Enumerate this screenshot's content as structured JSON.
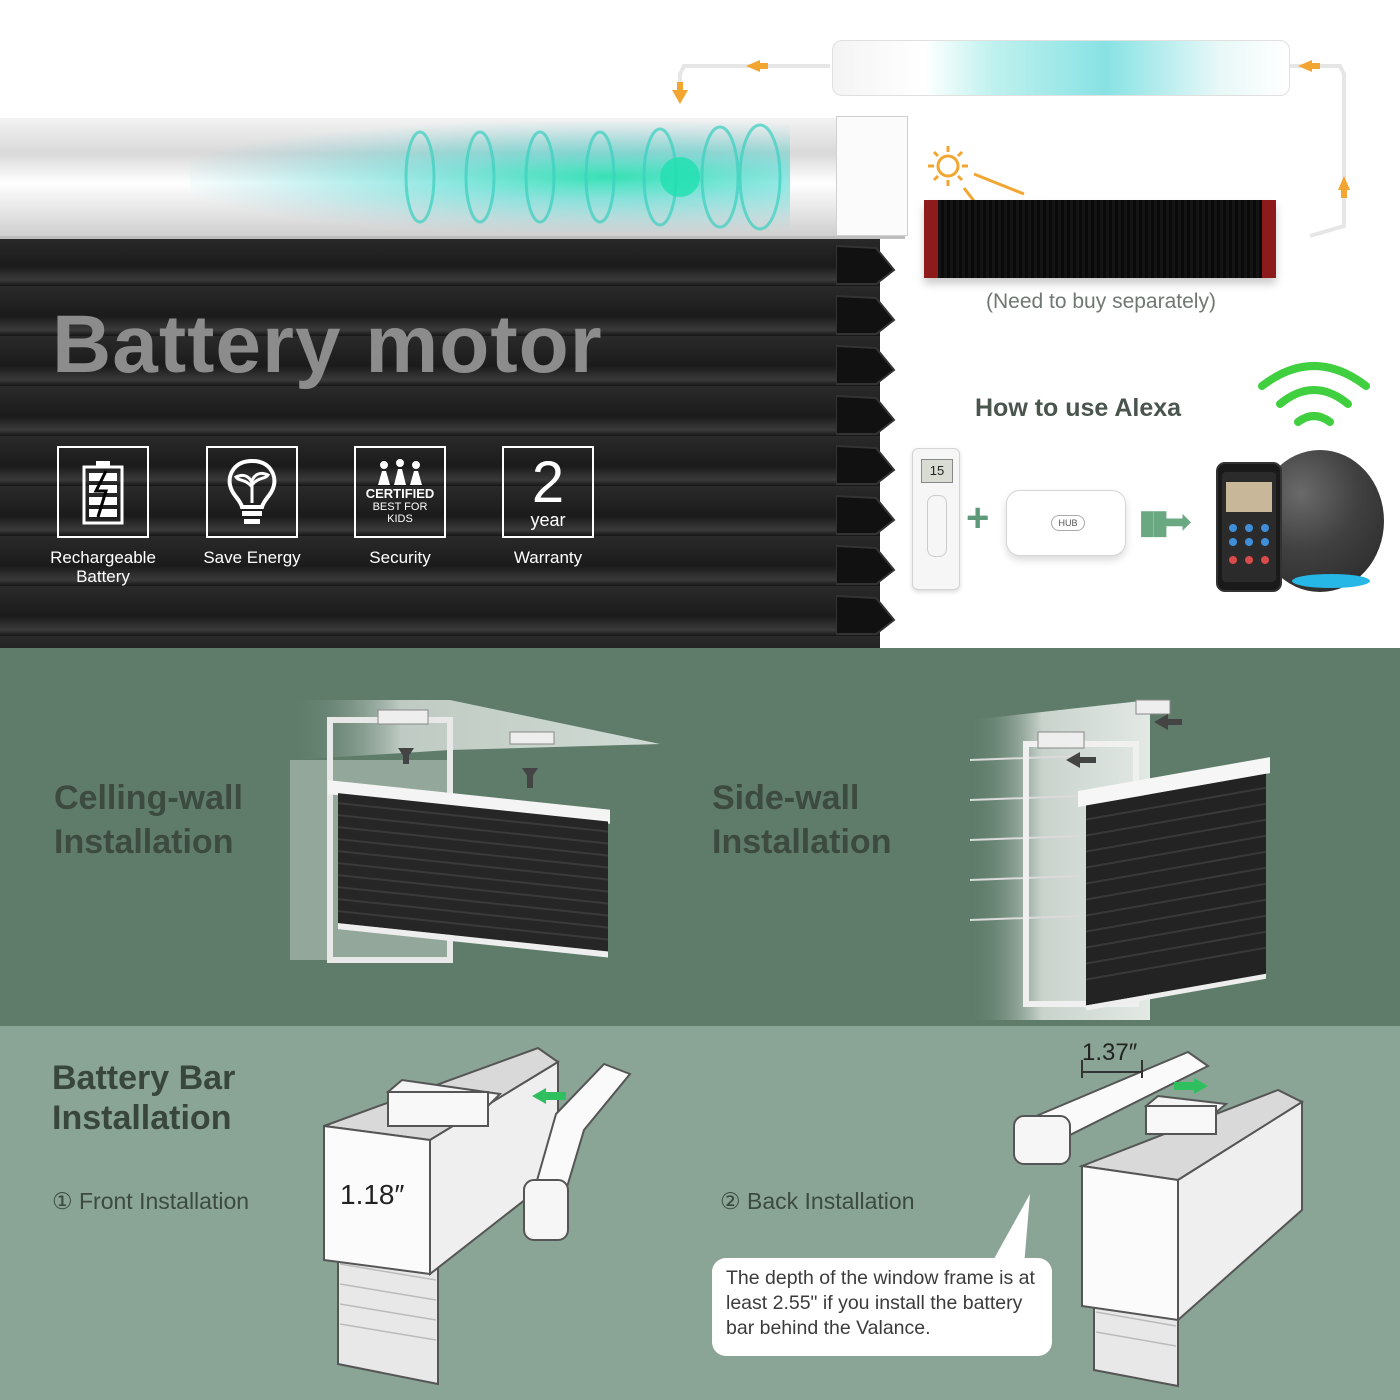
{
  "top": {
    "title": "Battery motor",
    "features": [
      {
        "icon": "battery-icon",
        "label": "Rechargeable Battery"
      },
      {
        "icon": "bulb-leaf-icon",
        "label": "Save Energy"
      },
      {
        "icon": "certified-kids-icon",
        "label": "Security",
        "badge_line1": "CERTIFIED",
        "badge_line2": "BEST FOR",
        "badge_line3": "KIDS"
      },
      {
        "icon": "two-year-icon",
        "label": "Warranty",
        "badge_number": "2",
        "badge_unit": "year"
      }
    ],
    "solar_note": "(Need to buy separately)",
    "alexa_title": "How to use Alexa",
    "remote_display": "15",
    "hub_label": "HUB"
  },
  "middle": {
    "ceiling_title_line1": "Celling-wall",
    "ceiling_title_line2": "Installation",
    "side_title_line1": "Side-wall",
    "side_title_line2": "Installation"
  },
  "bottom": {
    "title_line1": "Battery Bar",
    "title_line2": "Installation",
    "front_label": "① Front Installation",
    "back_label": "② Back Installation",
    "front_dim": "1.18″",
    "back_dim": "1.37″",
    "callout_text": "The depth of the window frame is at least 2.55\" if you install the battery bar behind the Valance."
  },
  "colors": {
    "accent_green": "#5e9a7a",
    "middle_bg": "#5f7c6b",
    "bottom_bg": "#8aa595",
    "glow": "#14dcaa",
    "solar_frame": "#8e1b1b",
    "speaker_ring": "#27b7e6"
  }
}
